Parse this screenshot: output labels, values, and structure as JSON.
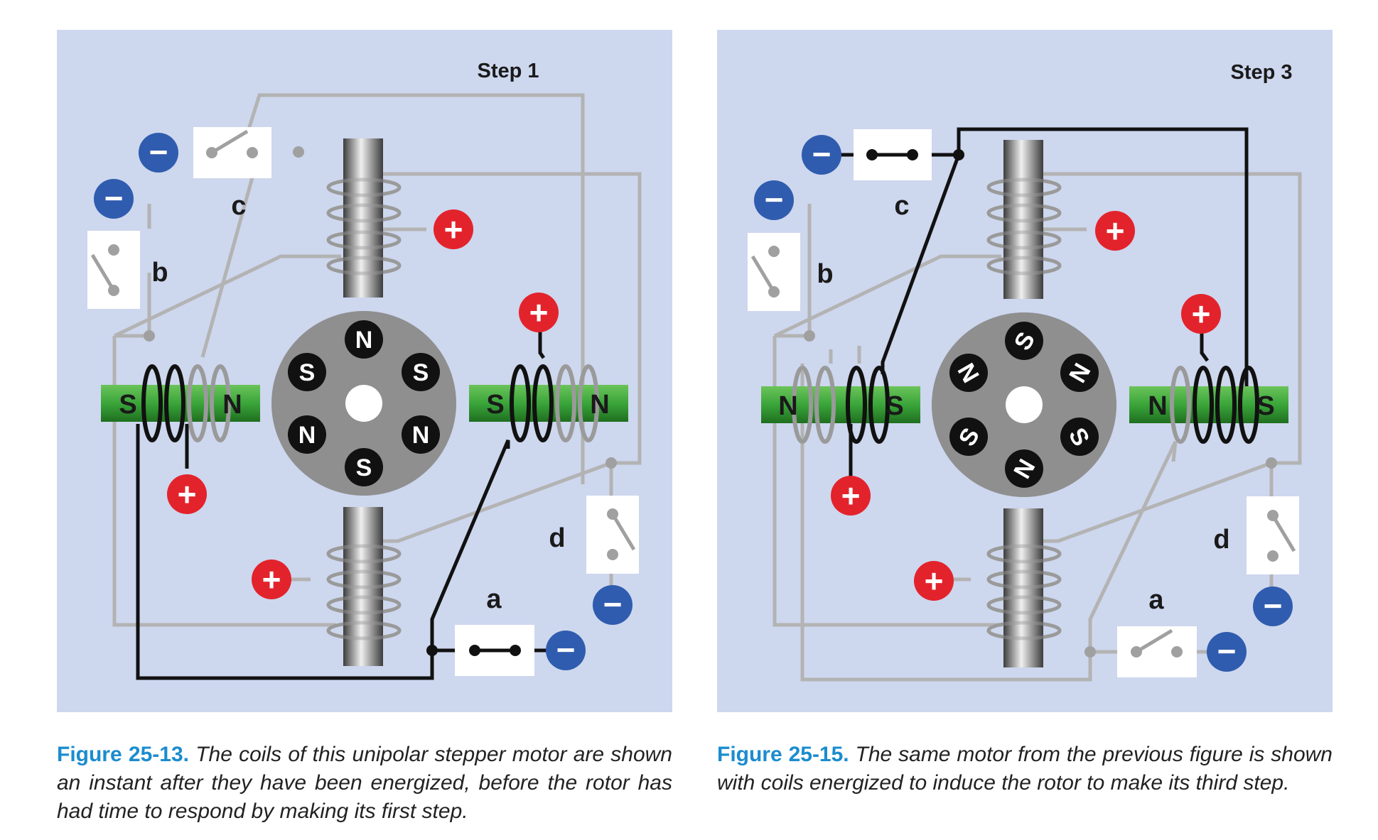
{
  "figures": [
    {
      "step_label": "Step 1",
      "switch_labels": {
        "a": "a",
        "b": "b",
        "c": "c",
        "d": "d"
      },
      "closed_switches": [
        "a"
      ],
      "left_magnet_poles": [
        "S",
        "N"
      ],
      "right_magnet_poles": [
        "S",
        "N"
      ],
      "rotor_poles": [
        "N",
        "S",
        "S",
        "N",
        "N",
        "S"
      ],
      "caption_number": "Figure 25-13.",
      "caption_text": " The coils of this unipolar stepper motor are shown an instant after they have been energized, before the rotor has had time to respond by making its first step."
    },
    {
      "step_label": "Step 3",
      "switch_labels": {
        "a": "a",
        "b": "b",
        "c": "c",
        "d": "d"
      },
      "closed_switches": [
        "c"
      ],
      "left_magnet_poles": [
        "N",
        "S"
      ],
      "right_magnet_poles": [
        "N",
        "S"
      ],
      "rotor_poles": [
        "S",
        "N",
        "N",
        "S",
        "S",
        "N"
      ],
      "caption_number": "Figure 25-15.",
      "caption_text": " The same motor from the previous figure is shown with coils energized to induce the rotor to make its third step."
    }
  ],
  "symbols": {
    "plus": "+",
    "minus": "−"
  },
  "colors": {
    "panel_background": "#cdd7ee",
    "green_magnet": "#3aa53a",
    "positive_terminal": "#e3232c",
    "negative_terminal": "#2f5cae",
    "active_wire": "#111111",
    "inactive_wire": "#b3b3b3",
    "caption_figure_number": "#1b8ccf"
  }
}
